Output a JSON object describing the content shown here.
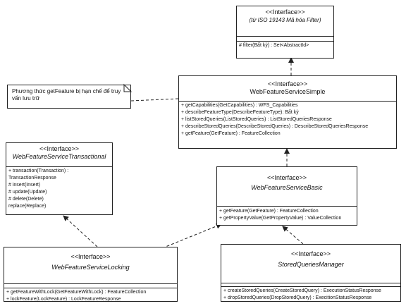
{
  "filter": {
    "stereotype": "<<Interface>>",
    "name": "(từ ISO 19143 Mã hóa Filter)",
    "ops": [
      "# filter(Bất kỳ) : Set<AbstractId>"
    ]
  },
  "simple": {
    "stereotype": "<<Interface>>",
    "name": "WebFeatureServiceSimple",
    "ops": [
      "+ getCapabilities(GetCapabilities) : WFS_Capabilities",
      "+ describeFeatureType(DescribeFeatureType): Bất kỳ",
      "+ listStoredQueries(ListStoredQueries) : ListStoredQueriesResponse",
      "+ describeStoredQueries(DescribeStoredQueries) : DescribeStoredQueriesResponse",
      "+ getFeature(GetFeature) : FeatureCollection"
    ]
  },
  "note": {
    "text": "Phương thức getFeature bị hạn chế để truy vấn lưu trữ"
  },
  "transactional": {
    "stereotype": "<<Interface>>",
    "name": "WebFeatureServiceTransactional",
    "ops": [
      "+ transaction(Transaction) :",
      "TransactionResponse",
      "# insert(Insert)",
      "# update(Update)",
      "# delete(Delete)",
      "replace(Replace)"
    ]
  },
  "basic": {
    "stereotype": "<<Interface>>",
    "name": "WebFeatureServiceBasic",
    "ops": [
      "+ getFeature(GetFeature) : FeatureCollection",
      "+ getPropertyValue(GetPropertyValue) : ValueCollection"
    ]
  },
  "locking": {
    "stereotype": "<<Interface>>",
    "name": "WebFeatureServiceLocking",
    "ops": [
      "+ getFeatureWithLock(GetFeatureWithLock) : FeatureCollection",
      "+ lockFeature(LockFeature) : LockFeatureResponse"
    ]
  },
  "stored": {
    "stereotype": "<<Interface>>",
    "name": "StoredQueriesManager",
    "ops": [
      "+ createStoredQueries(CreateStoredQuery) : ExecutionStatusResponse",
      "+ dropStoredQueries(DropStoredQuery) : ExecitionStatusResponse"
    ]
  }
}
